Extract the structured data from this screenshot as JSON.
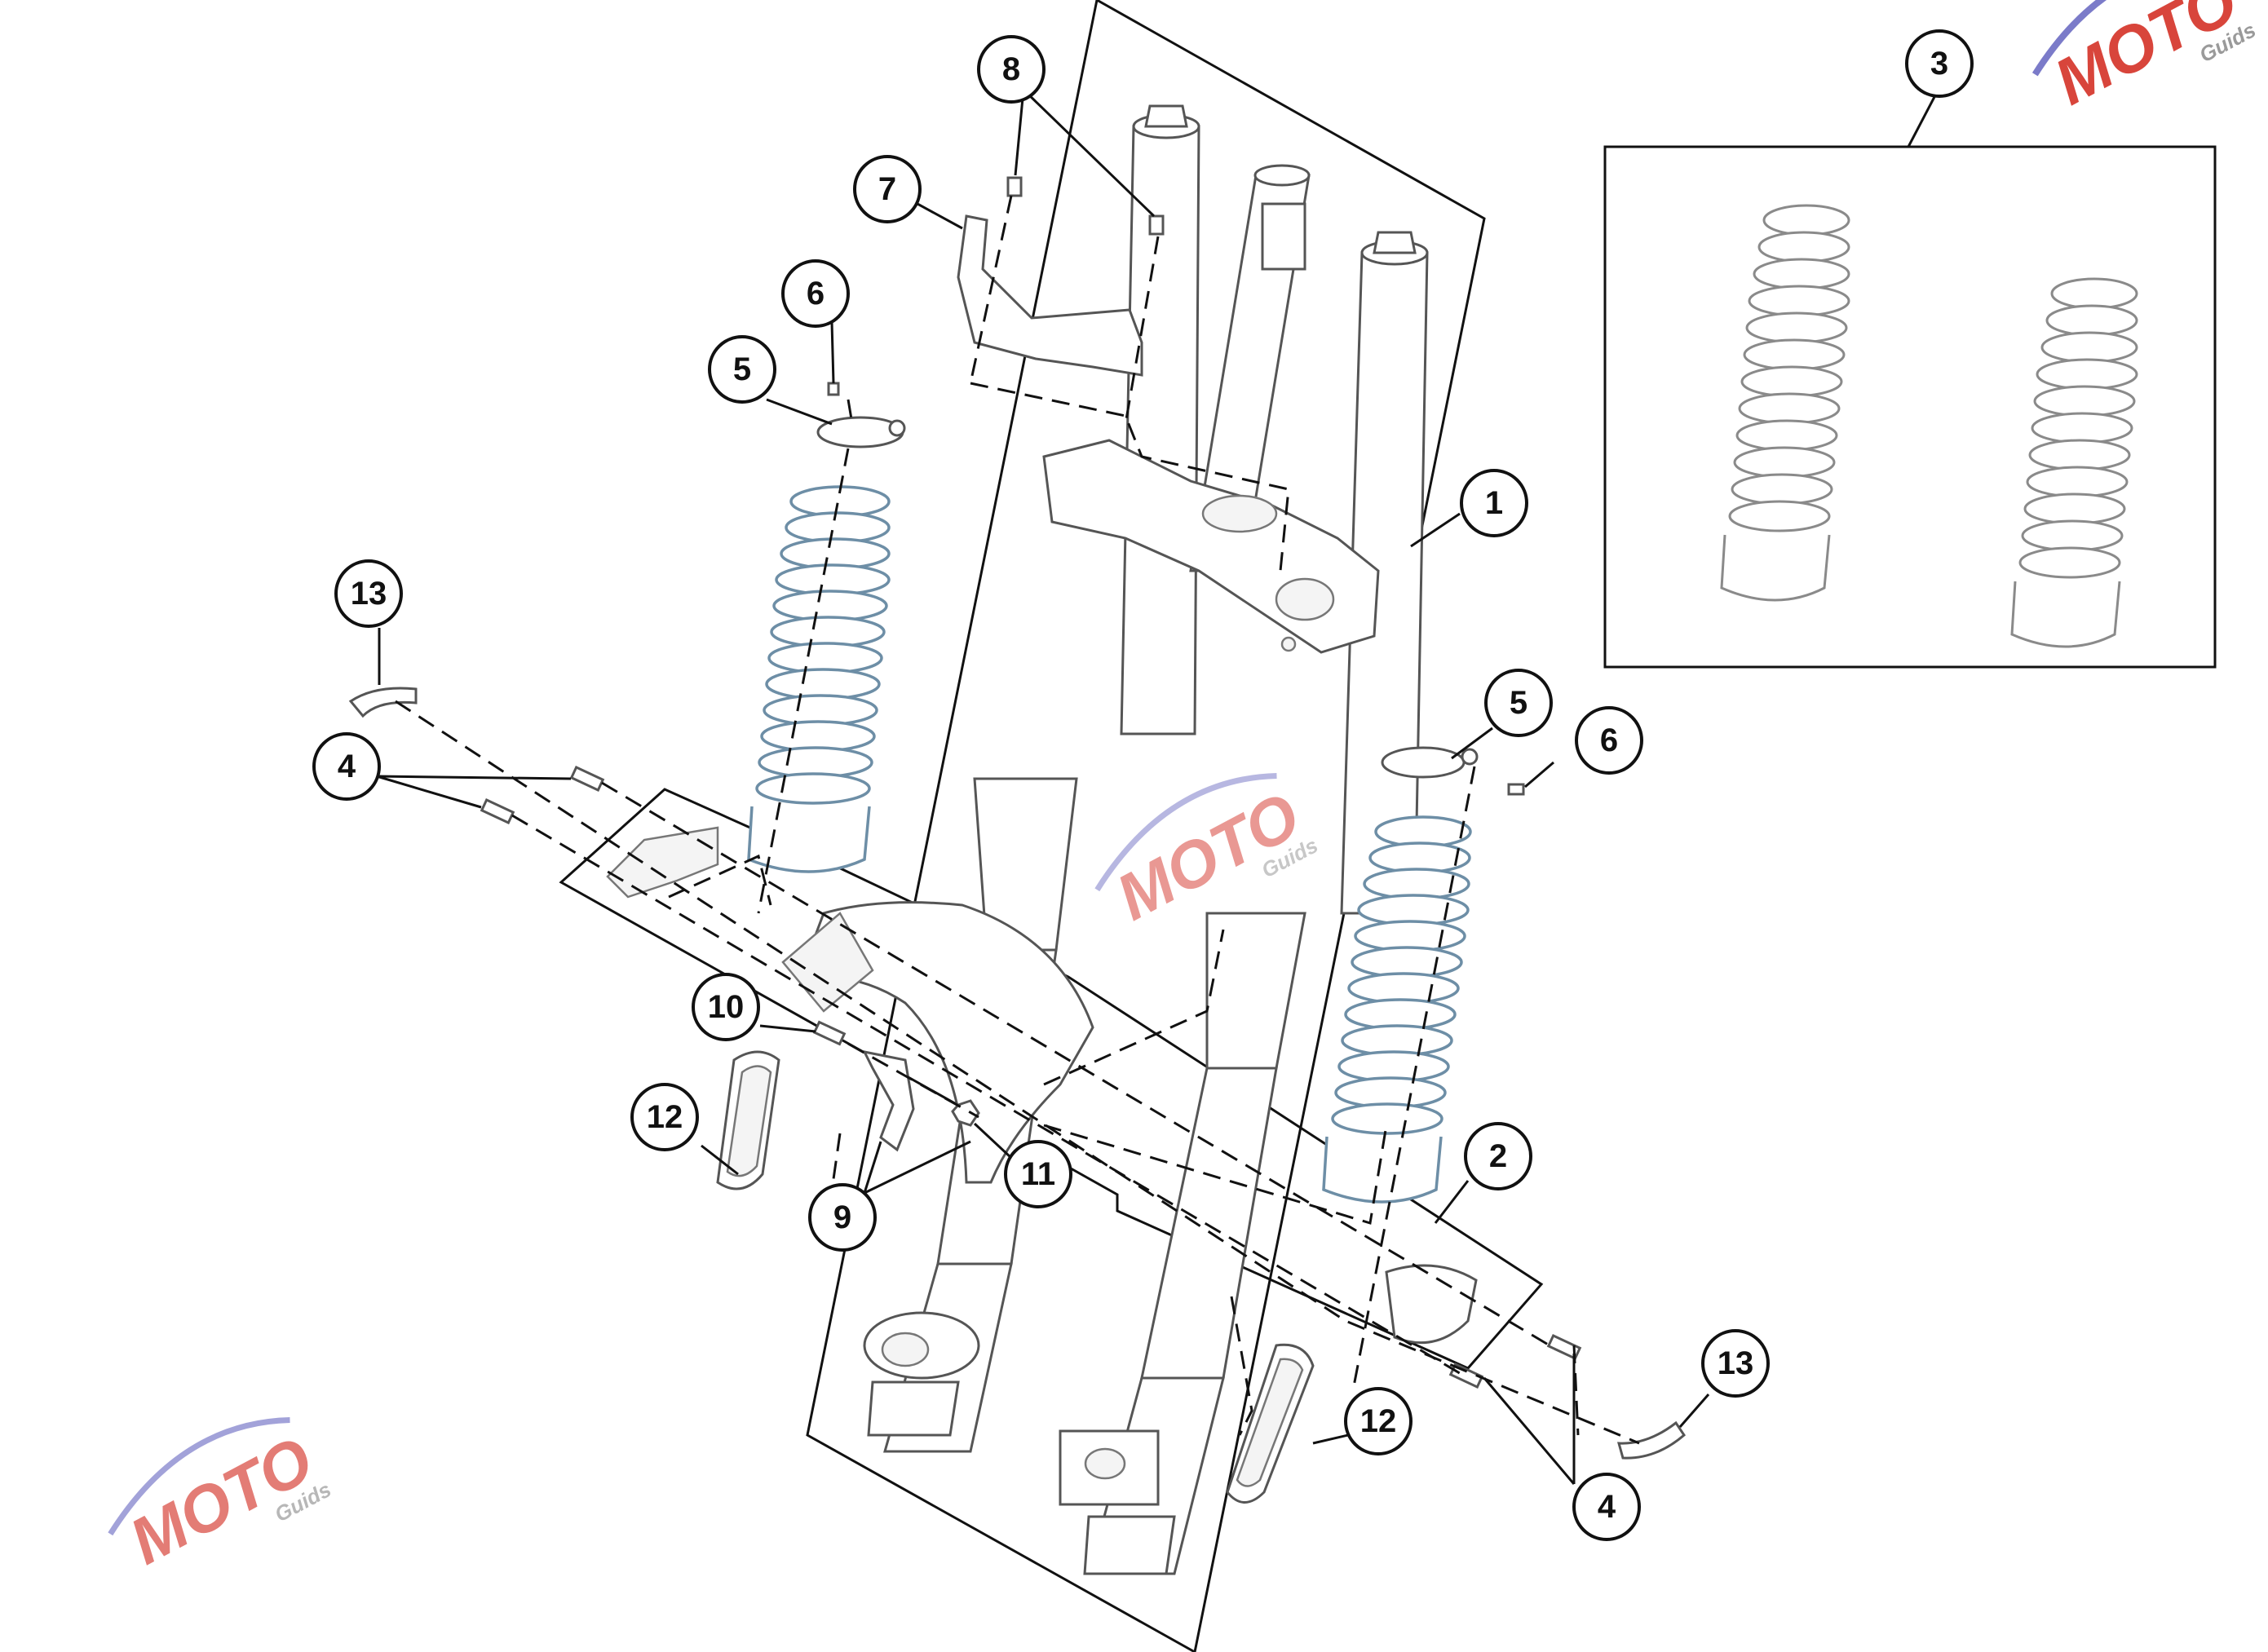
{
  "callouts": [
    {
      "id": "c1",
      "label": "1"
    },
    {
      "id": "c2",
      "label": "2"
    },
    {
      "id": "c3",
      "label": "3"
    },
    {
      "id": "c4a",
      "label": "4"
    },
    {
      "id": "c4b",
      "label": "4"
    },
    {
      "id": "c5a",
      "label": "5"
    },
    {
      "id": "c5b",
      "label": "5"
    },
    {
      "id": "c6a",
      "label": "6"
    },
    {
      "id": "c6b",
      "label": "6"
    },
    {
      "id": "c7",
      "label": "7"
    },
    {
      "id": "c8",
      "label": "8"
    },
    {
      "id": "c9",
      "label": "9"
    },
    {
      "id": "c10",
      "label": "10"
    },
    {
      "id": "c11",
      "label": "11"
    },
    {
      "id": "c12a",
      "label": "12"
    },
    {
      "id": "c12b",
      "label": "12"
    },
    {
      "id": "c13a",
      "label": "13"
    },
    {
      "id": "c13b",
      "label": "13"
    }
  ],
  "watermark": {
    "main": "MOTO",
    "sub": "Guids",
    "colors": {
      "arc": "#7b7bc9",
      "red": "#d8453b",
      "gray": "#9a9a9a"
    }
  },
  "colors": {
    "line": "#111111",
    "part": "#555555",
    "gaiter_blue": "#6d8ea6"
  }
}
